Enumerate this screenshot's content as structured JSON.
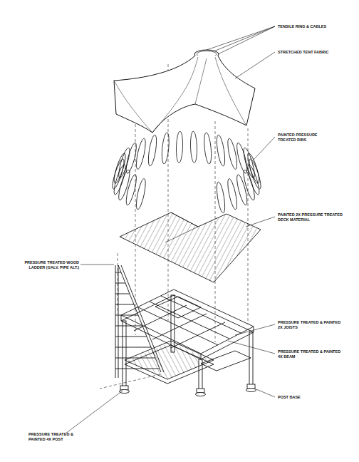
{
  "diagram": {
    "labels": [
      "TENSILE RING & CABLES",
      "STRETCHED TENT FABRIC",
      "PAINTED PRESSURE TREATED RIBS",
      "PAINTED 2X PRESSURE TREATED DECK MATERIAL",
      "PRESSURE TREATED WOOD LADDER (GALV. PIPE ALT.)",
      "PRESSURE TREATED & PAINTED 2X JOISTS",
      "PRESSURE TREATED & PAINTED 4X BEAM",
      "POST BASE",
      "PRESSURE TREATED & PAINTED 4X POST"
    ]
  }
}
